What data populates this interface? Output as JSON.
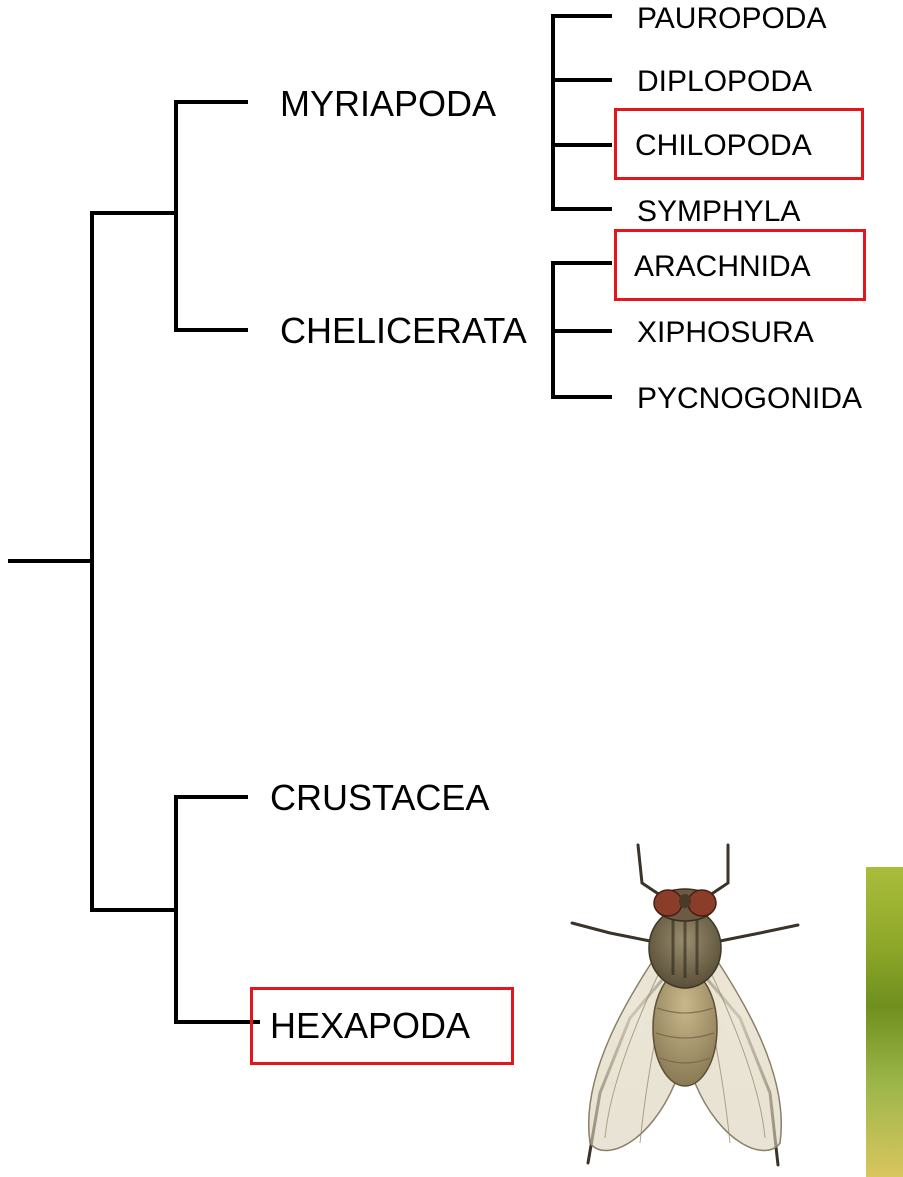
{
  "tree": {
    "clades": {
      "myriapoda": "MYRIAPODA",
      "chelicerata": "CHELICERATA",
      "crustacea": "CRUSTACEA",
      "hexapoda": "HEXAPODA"
    },
    "myriapoda_children": [
      "PAUROPODA",
      "DIPLOPODA",
      "CHILOPODA",
      "SYMPHYLA"
    ],
    "chelicerata_children": [
      "ARACHNIDA",
      "XIPHOSURA",
      "PYCNOGONIDA"
    ],
    "highlighted": [
      "CHILOPODA",
      "ARACHNIDA",
      "HEXAPODA"
    ],
    "line_color": "#000000",
    "highlight_color": "#e4161b"
  },
  "image": {
    "subject": "housefly-illustration"
  }
}
